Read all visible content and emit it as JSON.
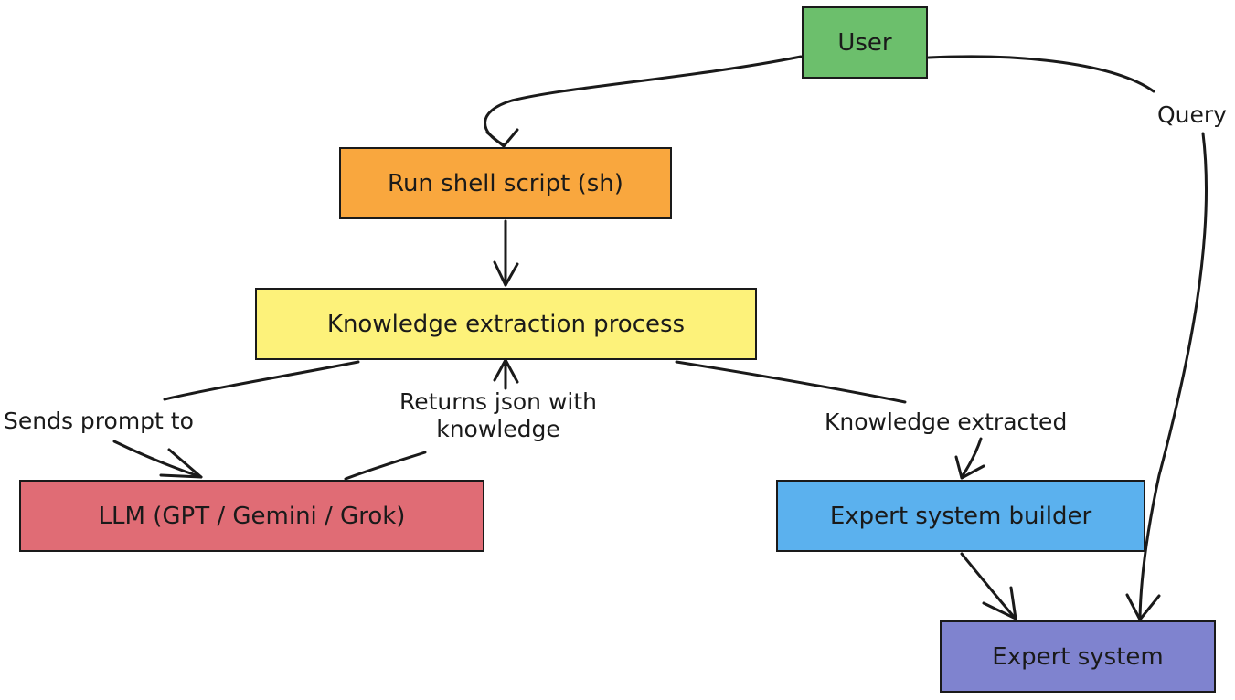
{
  "nodes": {
    "user": {
      "label": "User",
      "color": "#6cbf6c"
    },
    "shell_script": {
      "label": "Run shell script (sh)",
      "color": "#f9a73e"
    },
    "extraction": {
      "label": "Knowledge extraction process",
      "color": "#fdf27a"
    },
    "llm": {
      "label": "LLM (GPT / Gemini / Grok)",
      "color": "#e06c75"
    },
    "builder": {
      "label": "Expert system builder",
      "color": "#5bb1ee"
    },
    "expert_system": {
      "label": "Expert system",
      "color": "#7f83cf"
    }
  },
  "edges": {
    "user_to_shell": "",
    "shell_to_extraction": "",
    "sends_prompt": "Sends prompt to",
    "returns_json_line1": "Returns json with",
    "returns_json_line2": "knowledge",
    "knowledge_extracted": "Knowledge extracted",
    "builder_to_expert": "",
    "query": "Query"
  }
}
